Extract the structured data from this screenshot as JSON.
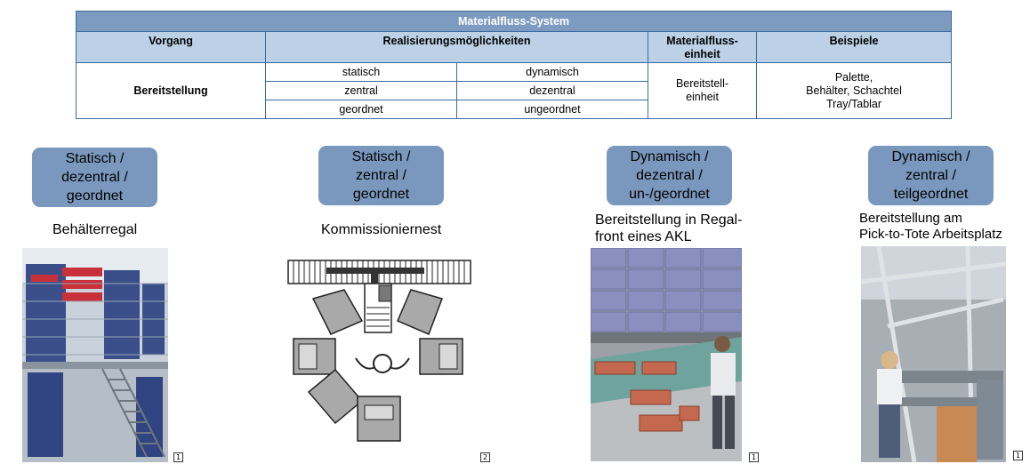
{
  "table": {
    "title": "Materialfluss-System",
    "headers": {
      "vorgang": "Vorgang",
      "realisierung": "Realisierungsmöglichkeiten",
      "einheit": "Materialfluss-\neinheit",
      "beispiele": "Beispiele"
    },
    "row_label": "Bereitstellung",
    "options": [
      [
        "statisch",
        "dynamisch"
      ],
      [
        "zentral",
        "dezentral"
      ],
      [
        "geordnet",
        "ungeordnet"
      ]
    ],
    "einheit_value": "Bereitstell-\neinheit",
    "beispiele_value": "Palette,\nBehälter, Schachtel\nTray/Tablar"
  },
  "panels": [
    {
      "category": [
        "Statisch /",
        "dezentral /",
        "geordnet"
      ],
      "caption": "Behälterregal",
      "ref": "1",
      "image": "shelving-rack-photo"
    },
    {
      "category": [
        "Statisch /",
        "zentral /",
        "geordnet"
      ],
      "caption": "Kommissioniernest",
      "ref": "2",
      "image": "picking-nest-diagram"
    },
    {
      "category": [
        "Dynamisch /",
        "dezentral /",
        "un-/geordnet"
      ],
      "caption": "Bereitstellung in Regal-\nfront eines AKL",
      "ref": "1",
      "image": "akl-rack-front-rendering"
    },
    {
      "category": [
        "Dynamisch /",
        "zentral /",
        "teilgeordnet"
      ],
      "caption": "Bereitstellung am\nPick-to-Tote Arbeitsplatz",
      "ref": "1",
      "image": "pick-to-tote-workstation-photo"
    }
  ],
  "colors": {
    "header_blue": "#7d9bc1",
    "subheader_blue": "#bcd0e6",
    "category_box": "#7a98bd",
    "border": "#3b6aa0"
  }
}
